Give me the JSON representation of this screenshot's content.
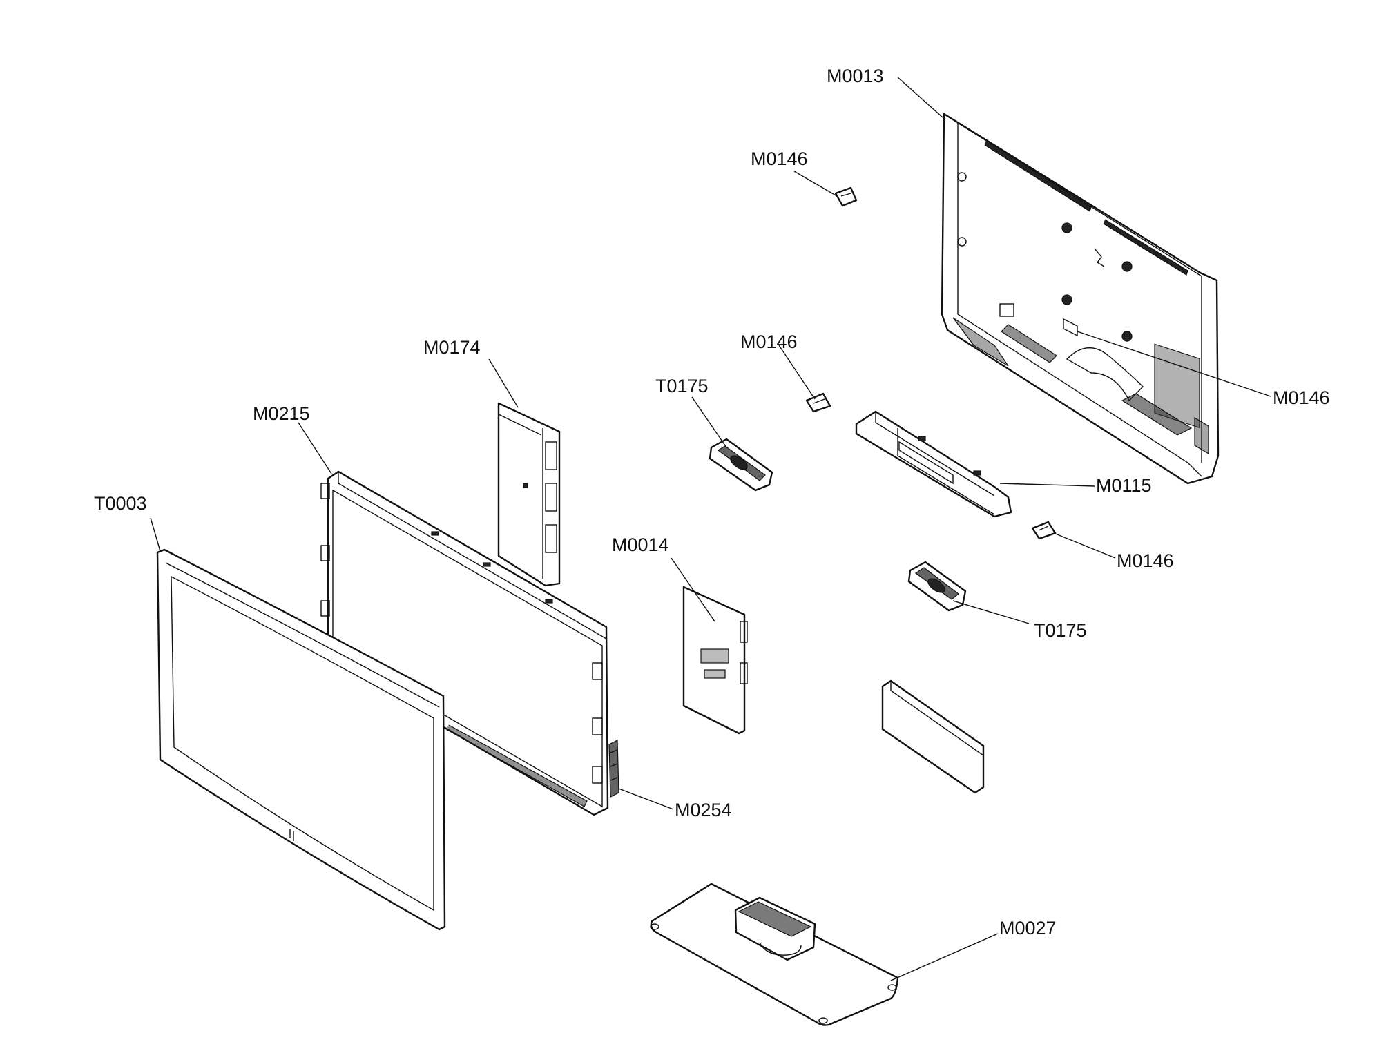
{
  "callouts": [
    {
      "id": "m0013",
      "text": "M0013"
    },
    {
      "id": "m0146-a",
      "text": "M0146"
    },
    {
      "id": "m0146-b",
      "text": "M0146"
    },
    {
      "id": "m0146-c",
      "text": "M0146"
    },
    {
      "id": "m0146-d",
      "text": "M0146"
    },
    {
      "id": "m0174",
      "text": "M0174"
    },
    {
      "id": "t0175-a",
      "text": "T0175"
    },
    {
      "id": "t0175-b",
      "text": "T0175"
    },
    {
      "id": "m0215",
      "text": "M0215"
    },
    {
      "id": "t0003",
      "text": "T0003"
    },
    {
      "id": "m0115",
      "text": "M0115"
    },
    {
      "id": "m0014",
      "text": "M0014"
    },
    {
      "id": "m0254",
      "text": "M0254"
    },
    {
      "id": "m0027",
      "text": "M0027"
    }
  ]
}
